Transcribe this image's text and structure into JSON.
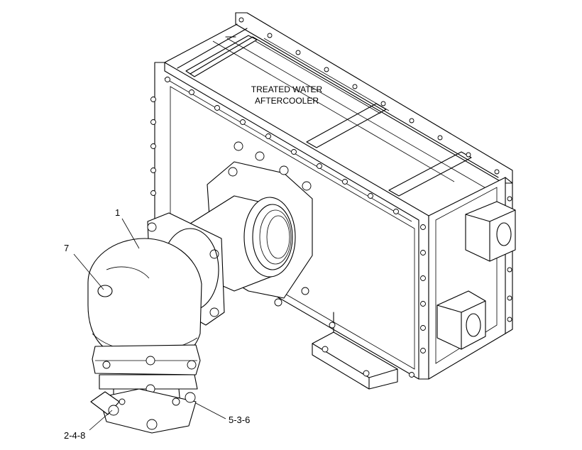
{
  "diagram": {
    "title_lines": [
      "TREATED WATER",
      "AFTERCOOLER"
    ],
    "callouts": {
      "c1": "1",
      "c7": "7",
      "c248": "2-4-8",
      "c536": "5-3-6"
    }
  }
}
